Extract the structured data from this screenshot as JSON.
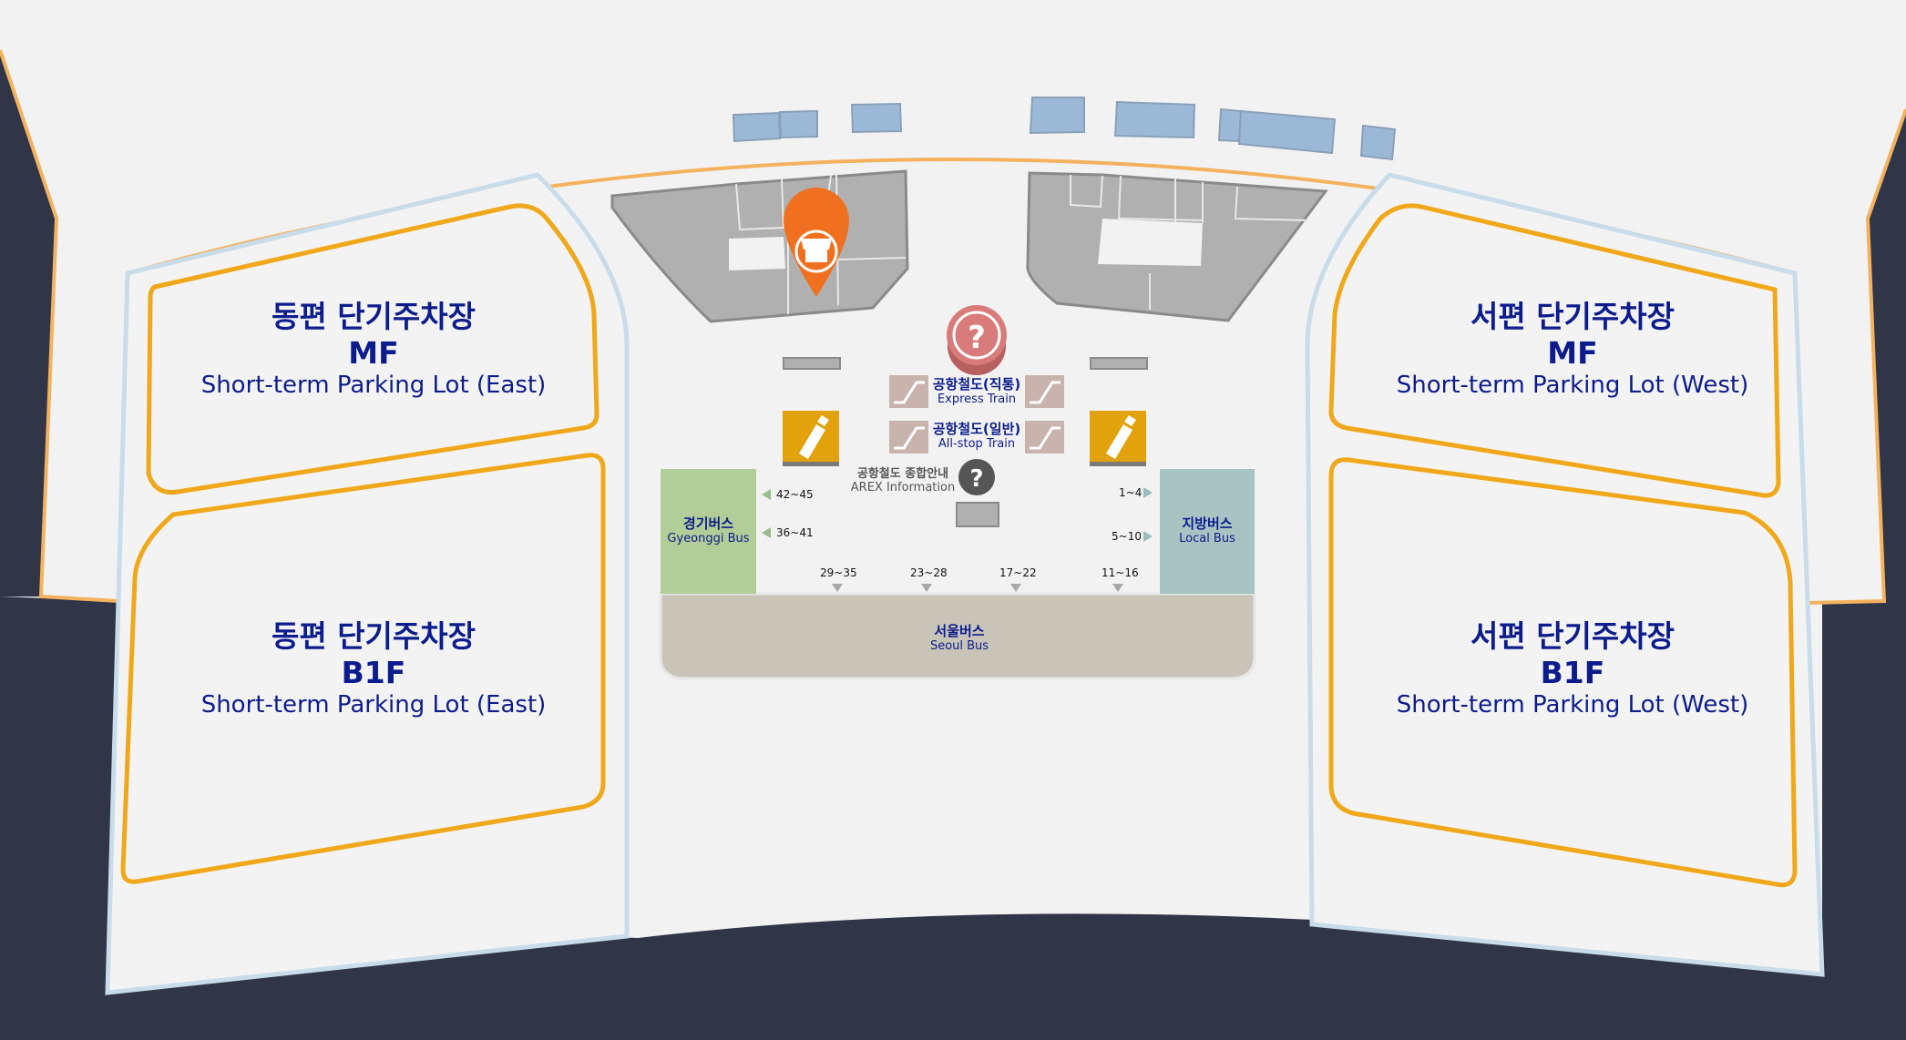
{
  "lots": [
    {
      "ko": "동편 단기주차장",
      "floor": "MF",
      "en": "Short-term Parking Lot (East)"
    },
    {
      "ko": "동편 단기주차장",
      "floor": "B1F",
      "en": "Short-term Parking Lot (East)"
    },
    {
      "ko": "서편 단기주차장",
      "floor": "MF",
      "en": "Short-term Parking Lot (West)"
    },
    {
      "ko": "서편 단기주차장",
      "floor": "B1F",
      "en": "Short-term Parking Lot (West)"
    }
  ],
  "trains": [
    {
      "ko": "공항철도(직통)",
      "en": "Express Train"
    },
    {
      "ko": "공항철도(일반)",
      "en": "All-stop Train"
    }
  ],
  "arex_info": {
    "ko": "공항철도 종합안내",
    "en": "AREX Information"
  },
  "bus_zones": {
    "gyeonggi": {
      "ko": "경기버스",
      "en": "Gyeonggi Bus"
    },
    "local": {
      "ko": "지방버스",
      "en": "Local Bus"
    },
    "seoul": {
      "ko": "서울버스",
      "en": "Seoul Bus"
    }
  },
  "gates": {
    "g42_45": "42~45",
    "g36_41": "36~41",
    "g29_35": "29~35",
    "g23_28": "23~28",
    "g17_22": "17~22",
    "g11_16": "11~16",
    "g1_4": "1~4",
    "g5_10": "5~10"
  },
  "icons": {
    "store": "store-marker-icon",
    "info": "question-mark-icon",
    "escalator": "escalator-icon",
    "water": "water-bottle-icon"
  },
  "colors": {
    "background_dark": "#303548",
    "floor": "#f2f2f2",
    "lot_outline": "#f0a81a",
    "terminal_outline": "#f4b25e",
    "walkway": "#c8dcea",
    "label_navy": "#0c1c8c",
    "gyeonggi_bus": "#b2cd98",
    "local_bus": "#a8c4c2",
    "seoul_bus": "#c8c4b8",
    "store_orange": "#f07020",
    "info_red": "#d97b7b",
    "water_yellow": "#e2a20c",
    "building_gray": "#b0b0b0",
    "glass_blue": "#9bb9d6"
  }
}
